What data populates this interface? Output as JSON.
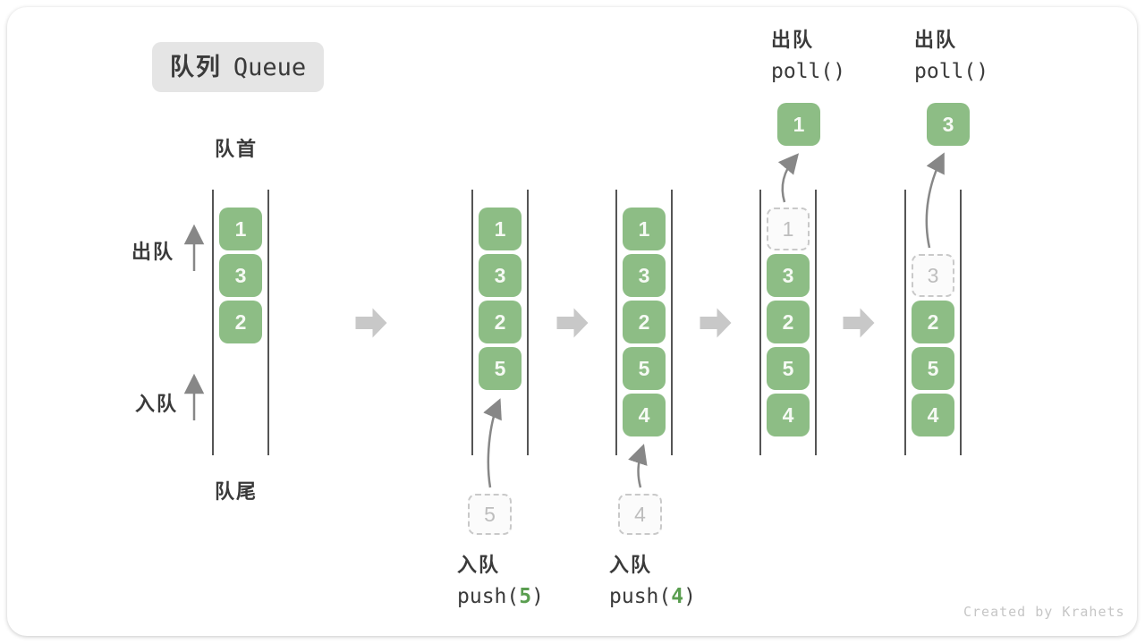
{
  "title": {
    "zh": "队列",
    "en": "Queue"
  },
  "side_labels": {
    "front": "队首",
    "rear": "队尾",
    "dequeue": "出队",
    "enqueue": "入队"
  },
  "watermark": "Created by Krahets",
  "colors": {
    "item_green": "#8dbd85",
    "code_arg_green": "#5a9e50",
    "badge_bg": "#e5e5e5",
    "text_dark": "#3a3a3a",
    "ghost_border": "#c9c9c9",
    "arrow_gray": "#878787",
    "flow_arrow_gray": "#c8c8c8",
    "watermark_gray": "#c6c6c6"
  },
  "states": [
    {
      "name": "state-1",
      "slots": [
        {
          "row": 0,
          "value": "1",
          "ghost": false
        },
        {
          "row": 1,
          "value": "3",
          "ghost": false
        },
        {
          "row": 2,
          "value": "2",
          "ghost": false
        }
      ],
      "op": null
    },
    {
      "name": "state-2",
      "slots": [
        {
          "row": 0,
          "value": "1",
          "ghost": false
        },
        {
          "row": 1,
          "value": "3",
          "ghost": false
        },
        {
          "row": 2,
          "value": "2",
          "ghost": false
        },
        {
          "row": 3,
          "value": "5",
          "ghost": false
        }
      ],
      "op": {
        "type": "enqueue",
        "zh": "入队",
        "code_pre": "push(",
        "arg": "5",
        "code_post": ")",
        "staged_value": "5"
      }
    },
    {
      "name": "state-3",
      "slots": [
        {
          "row": 0,
          "value": "1",
          "ghost": false
        },
        {
          "row": 1,
          "value": "3",
          "ghost": false
        },
        {
          "row": 2,
          "value": "2",
          "ghost": false
        },
        {
          "row": 3,
          "value": "5",
          "ghost": false
        },
        {
          "row": 4,
          "value": "4",
          "ghost": false
        }
      ],
      "op": {
        "type": "enqueue",
        "zh": "入队",
        "code_pre": "push(",
        "arg": "4",
        "code_post": ")",
        "staged_value": "4"
      }
    },
    {
      "name": "state-4",
      "slots": [
        {
          "row": 0,
          "value": "1",
          "ghost": true
        },
        {
          "row": 1,
          "value": "3",
          "ghost": false
        },
        {
          "row": 2,
          "value": "2",
          "ghost": false
        },
        {
          "row": 3,
          "value": "5",
          "ghost": false
        },
        {
          "row": 4,
          "value": "4",
          "ghost": false
        }
      ],
      "op": {
        "type": "dequeue",
        "zh": "出队",
        "code_pre": "poll()",
        "arg": null,
        "code_post": "",
        "result_value": "1"
      }
    },
    {
      "name": "state-5",
      "slots": [
        {
          "row": 1,
          "value": "3",
          "ghost": true
        },
        {
          "row": 2,
          "value": "2",
          "ghost": false
        },
        {
          "row": 3,
          "value": "5",
          "ghost": false
        },
        {
          "row": 4,
          "value": "4",
          "ghost": false
        }
      ],
      "op": {
        "type": "dequeue",
        "zh": "出队",
        "code_pre": "poll()",
        "arg": null,
        "code_post": "",
        "result_value": "3"
      }
    }
  ]
}
